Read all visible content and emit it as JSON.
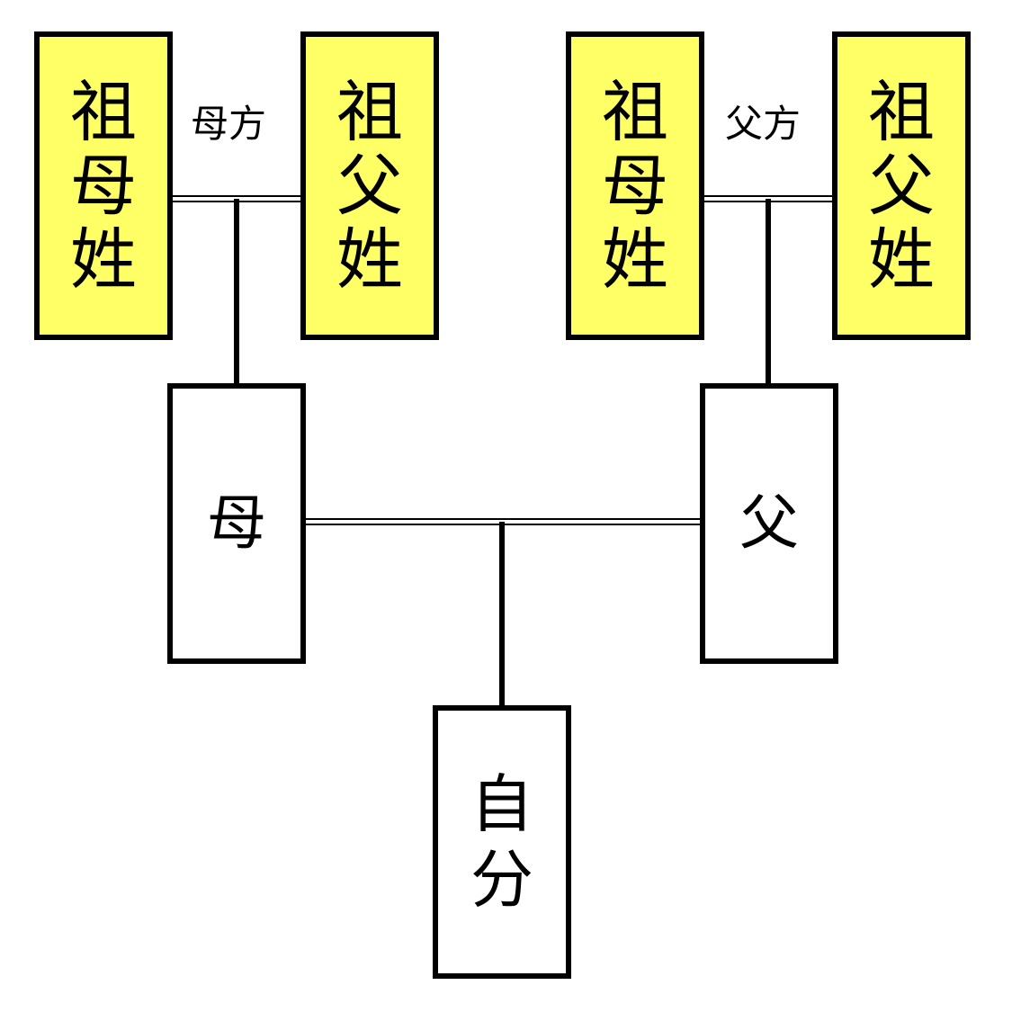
{
  "colors": {
    "grandparent_fill": "#ffff66",
    "box_fill": "#ffffff",
    "stroke": "#000000"
  },
  "maternal": {
    "side_label": "母方",
    "grandmother": [
      "祖",
      "母",
      "姓"
    ],
    "grandfather": [
      "祖",
      "父",
      "姓"
    ]
  },
  "paternal": {
    "side_label": "父方",
    "grandmother": [
      "祖",
      "母",
      "姓"
    ],
    "grandfather": [
      "祖",
      "父",
      "姓"
    ]
  },
  "mother": [
    "母"
  ],
  "father": [
    "父"
  ],
  "self": [
    "自",
    "分"
  ]
}
